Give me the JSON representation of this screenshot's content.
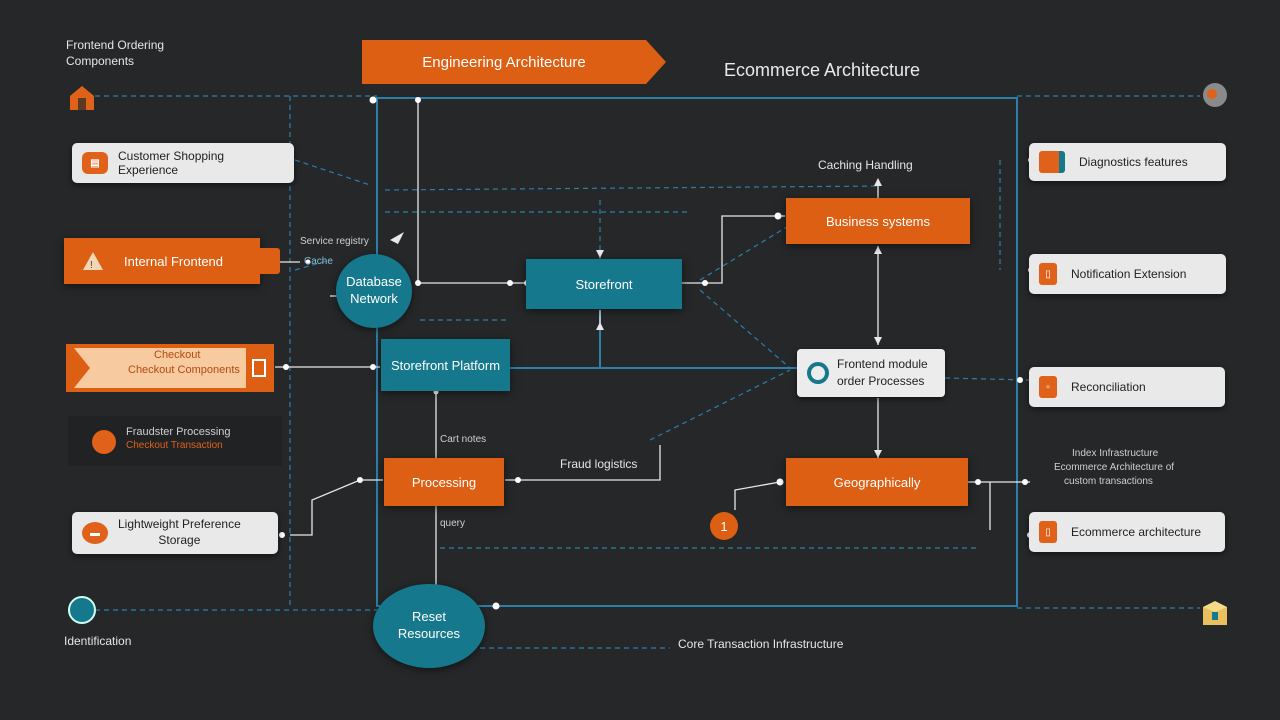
{
  "header": {
    "banner": "Engineering Architecture",
    "title": "Ecommerce Architecture",
    "top_left_note": [
      "Frontend Ordering",
      "Components"
    ]
  },
  "left_items": [
    {
      "label": "Customer Shopping Experience",
      "kind": "chip"
    },
    {
      "label": "Internal Frontend",
      "kind": "orange"
    },
    {
      "label": "Checkout Components",
      "kind": "orange-tag",
      "tag": "Checkout"
    },
    {
      "label": "Fraudster Processing",
      "sub": "Checkout Transaction",
      "kind": "note"
    },
    {
      "label": "Lightweight Preference",
      "sub": "Storage",
      "kind": "chip"
    }
  ],
  "bottom_left_label": "Identification",
  "center": {
    "circle_top": [
      "Database",
      "Network"
    ],
    "mid_box": "Storefront",
    "services_box": "Storefront Platform",
    "processing_box": "Processing",
    "circle_bottom": [
      "Reset",
      "Resources"
    ],
    "label_registry": "Service registry",
    "label_processing": "Fraud logistics",
    "label_notes": "Cart notes",
    "label_query": "query",
    "label_bottom": "Core Transaction Infrastructure",
    "label_side_tag": "Cache"
  },
  "right_center": {
    "orange_top": "Business systems",
    "label_top": "Caching Handling",
    "white_box": [
      "Frontend module",
      "order Processes"
    ],
    "orange_bottom": "Geographically",
    "badge": "1"
  },
  "right_items": [
    {
      "label": "Diagnostics features"
    },
    {
      "label": "Notification Extension"
    },
    {
      "label": "Reconciliation"
    },
    {
      "label": "Ecommerce architecture"
    }
  ],
  "right_note": [
    "Index Infrastructure",
    "Ecommerce Architecture of",
    "custom transactions"
  ],
  "colors": {
    "background": "#252729",
    "orange": "#dd5f14",
    "teal": "#15788d",
    "line": "#2c7fa8"
  }
}
